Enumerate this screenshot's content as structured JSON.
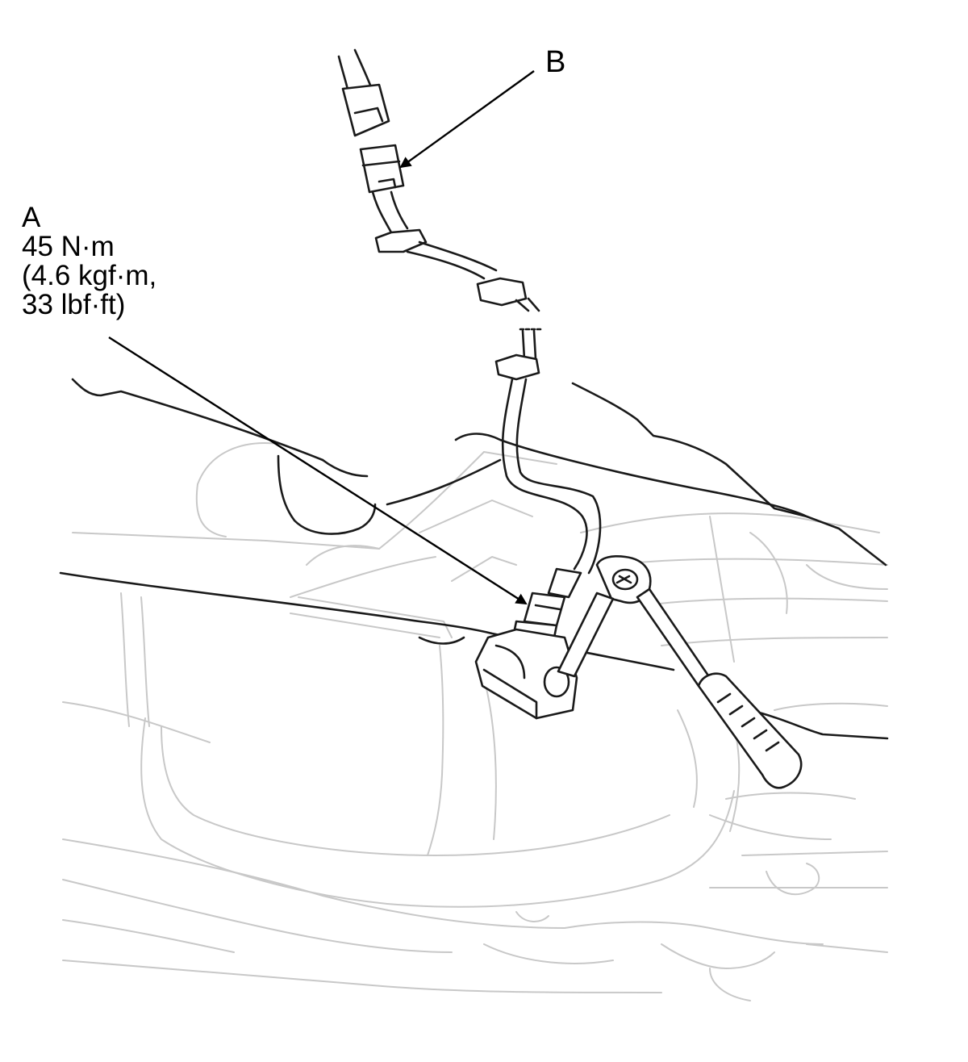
{
  "labels": {
    "a": {
      "letter": "A",
      "torque_nm": "45 N·m",
      "torque_kgfm": "(4.6 kgf·m,",
      "torque_lbfft": "33 lbf·ft)"
    },
    "b": {
      "letter": "B"
    }
  },
  "colors": {
    "ink": "#000000",
    "background_art": "#c8c8c8",
    "paper": "#ffffff"
  }
}
